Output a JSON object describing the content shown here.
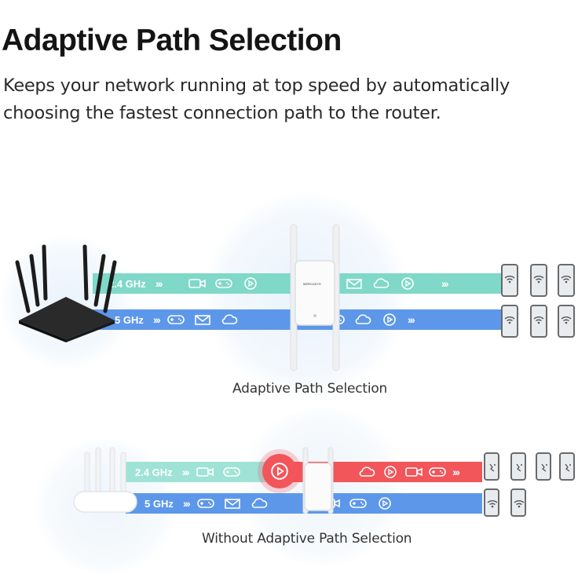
{
  "header": {
    "title": "Adaptive Path Selection",
    "subtitle": "Keeps your network running at top speed by automatically choosing the fastest connection path to the router."
  },
  "diagram_top": {
    "band_24": "2.4 GHz",
    "band_5": "5 GHz",
    "chevrons": "›››",
    "caption": "Adaptive Path Selection",
    "extender_logo": "MERCUSYS"
  },
  "diagram_bottom": {
    "band_24": "2.4 GHz",
    "band_5": "5 GHz",
    "chevrons": "›››",
    "caption": "Without Adaptive Path Selection"
  },
  "colors": {
    "teal": "#7fd8c8",
    "blue": "#5d97ea",
    "red": "#f2555a",
    "title": "#141414"
  },
  "icons": [
    "video-icon",
    "gamepad-icon",
    "mail-icon",
    "cloud-icon",
    "play-icon",
    "wifi-icon"
  ]
}
